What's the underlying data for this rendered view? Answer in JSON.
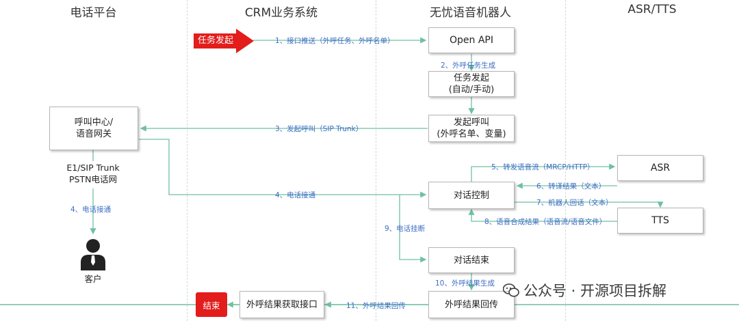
{
  "lanes": [
    "电话平台",
    "CRM业务系统",
    "无忧语音机器人",
    "ASR/TTS"
  ],
  "nodes": {
    "start": "任务发起",
    "open_api": "Open API",
    "task_start": "任务发起\n(自动/手动)",
    "call_start": "发起呼叫\n(外呼名单、变量)",
    "call_center": "呼叫中心/\n语音网关",
    "trunk": "E1/SIP Trunk\nPSTN电话网",
    "customer": "客户",
    "dialog_control": "对话控制",
    "asr": "ASR",
    "tts": "TTS",
    "dialog_end": "对话结束",
    "result_callback": "外呼结果回传",
    "result_api": "外呼结果获取接口",
    "end": "结束"
  },
  "steps": {
    "s1": "1、接口推送（外呼任务、外呼名单）",
    "s2": "2、外呼任务生成",
    "s3": "3、发起呼叫（SIP Trunk）",
    "s4a": "4、电话接通",
    "s4b": "4、电话接通",
    "s5": "5、转发语音流（MRCP/HTTP）",
    "s6": "6、转译结果（文本）",
    "s7": "7、机器人回话（文本）",
    "s8": "8、语音合成结果（语音流/语音文件）",
    "s9": "9、电话挂断",
    "s10": "10、外呼结果生成",
    "s11": "11、外呼结果回传"
  },
  "watermark": "公众号 · 开源项目拆解",
  "colors": {
    "arrow": "#6fc0a0",
    "accent": "#e31c1c",
    "label": "#3b6cc6"
  }
}
